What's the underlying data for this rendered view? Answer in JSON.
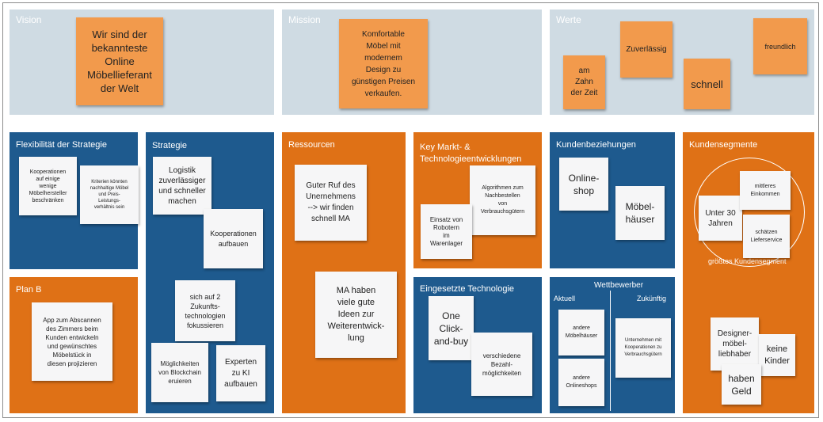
{
  "panels": {
    "vision": {
      "title": "Vision",
      "notes": [
        "Wir sind der\nbekannteste\nOnline\nMöbellieferant\nder Welt"
      ]
    },
    "mission": {
      "title": "Mission",
      "notes": [
        "Komfortable\nMöbel mit\nmodernem\nDesign zu\ngünstigen Preisen\nverkaufen."
      ]
    },
    "werte": {
      "title": "Werte",
      "notes": [
        "am\nZahn\nder Zeit",
        "Zuverlässig",
        "schnell",
        "freundlich"
      ]
    },
    "flexibilitaet": {
      "title": "Flexibilität der Strategie",
      "notes": [
        "Kooperationen\nauf einige\nwenige\nMöbelhersteller\nbeschränken",
        "Kriterien könnten\nnachhaltige Möbel\nund Preis-\nLeistungs-\nverhältnis sein"
      ]
    },
    "planb": {
      "title": "Plan B",
      "notes": [
        "App zum Abscannen\ndes Zimmers beim\nKunden entwickeln\nund gewünschtes\nMöbelstück in\ndiesen projizieren"
      ]
    },
    "strategie": {
      "title": "Strategie",
      "notes": [
        "Logistik\nzuverlässiger\nund schneller\nmachen",
        "Kooperationen\naufbauen",
        "sich auf 2\nZukunfts-\ntechnologien\nfokussieren",
        "Möglichkeiten\nvon Blockchain\neruieren",
        "Experten\nzu KI\naufbauen"
      ]
    },
    "ressourcen": {
      "title": "Ressourcen",
      "notes": [
        "Guter Ruf des\nUnernehmens\n--> wir finden\nschnell MA",
        "MA haben\nviele gute\nIdeen zur\nWeiterentwick-\nlung"
      ]
    },
    "keymarkt": {
      "title": "Key Markt- &\nTechnologieentwicklungen",
      "notes": [
        "Algorithmen zum\nNachbestellen\nvon\nVerbrauchsgütern",
        "Einsatz von\nRobotern\nim\nWarenlager"
      ]
    },
    "technologie": {
      "title": "Eingesetzte Technologie",
      "notes": [
        "One\nClick-\nand-buy",
        "verschiedene\nBezahl-\nmöglichkeiten"
      ]
    },
    "kundenbeziehungen": {
      "title": "Kundenbeziehungen",
      "notes": [
        "Online-\nshop",
        "Möbel-\nhäuser"
      ]
    },
    "wettbewerber": {
      "title": "Wettbewerber",
      "aktuell": "Aktuell",
      "zukuenftig": "Zukünftig",
      "notes": [
        "andere\nMöbelhäuser",
        "andere\nOnlineshops",
        "Unternehmen mit\nKooperationen zu\nVerbrauchsgütern"
      ]
    },
    "kundensegmente": {
      "title": "Kundensegmente",
      "circle_label": "größtes Kundensegment",
      "notes": [
        "Unter 30\nJahren",
        "mittleres\nEinkommen",
        "schätzen\nLieferservice",
        "Designer-\nmöbel-\nliebhaber",
        "keine\nKinder",
        "haben\nGeld"
      ]
    }
  }
}
